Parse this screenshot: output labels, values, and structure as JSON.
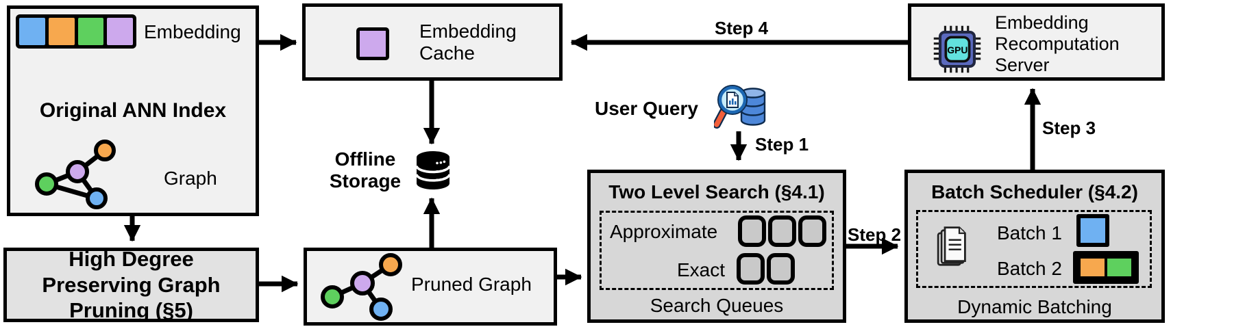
{
  "diagram": {
    "original_ann_index": {
      "title": "Original ANN Index",
      "embedding_label": "Embedding",
      "graph_label": "Graph",
      "embedding_cells": [
        "#6fb1f2",
        "#f7a84e",
        "#5ed05e",
        "#cda9ed"
      ]
    },
    "embedding_cache": {
      "label": "Embedding Cache",
      "cached_color": "#cda9ed"
    },
    "recomputation_server": {
      "label": "Embedding Recomputation Server",
      "chip_label": "GPU"
    },
    "offline_storage": {
      "label": "Offline Storage"
    },
    "user_query": {
      "label": "User Query"
    },
    "two_level_search": {
      "title": "Two Level Search (§4.1)",
      "queue_rows": [
        {
          "label": "Approximate",
          "slots": 3
        },
        {
          "label": "Exact",
          "slots": 2
        }
      ],
      "caption": "Search Queues"
    },
    "batch_scheduler": {
      "title": "Batch Scheduler (§4.2)",
      "batches": [
        {
          "label": "Batch 1",
          "colors": [
            "#6fb1f2"
          ]
        },
        {
          "label": "Batch 2",
          "colors": [
            "#f7a84e",
            "#5ed05e"
          ]
        }
      ],
      "caption": "Dynamic Batching"
    },
    "graph_pruning": {
      "title": "High Degree Preserving Graph Pruning (§5)"
    },
    "pruned_graph": {
      "label": "Pruned Graph"
    },
    "steps": {
      "step1": "Step 1",
      "step2": "Step 2",
      "step3": "Step 3",
      "step4": "Step 4"
    },
    "palette": {
      "node_blue": "#6fb1f2",
      "node_orange": "#f7a84e",
      "node_green": "#5ed05e",
      "node_purple": "#cda9ed",
      "box_light": "#f1f1f1",
      "box_dark": "#d7d7d7",
      "gpu_chip_body": "#5b6abf",
      "gpu_chip_die": "#62e1de",
      "query_db_blue": "#4d87d9",
      "magnifier_ring": "#1d68b3",
      "magnifier_handle": "#f25f3b"
    }
  }
}
